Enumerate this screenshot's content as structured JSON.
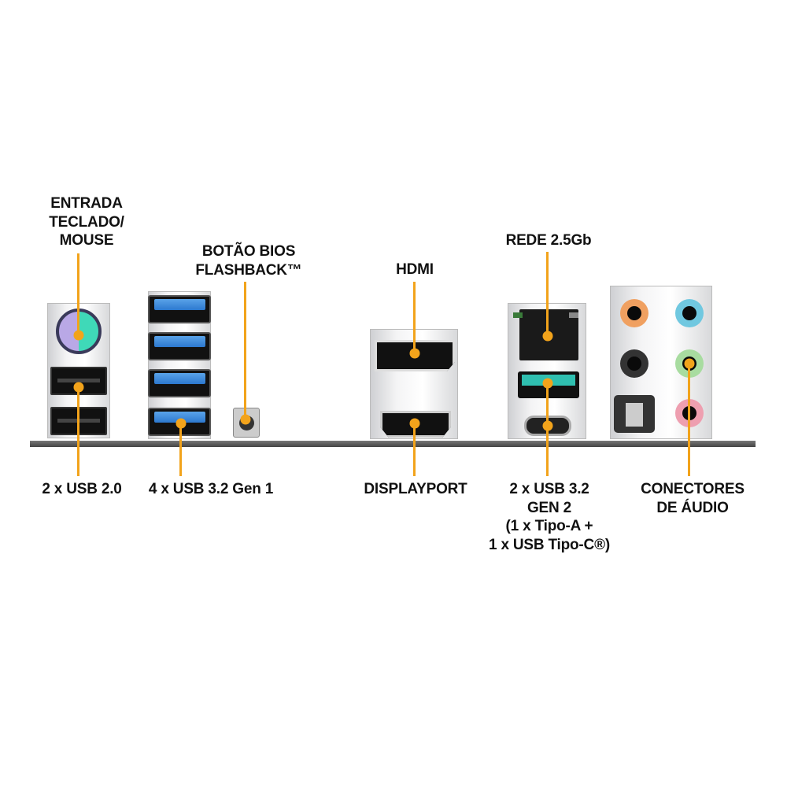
{
  "labels": {
    "ps2": [
      "ENTRADA",
      "TECLADO/",
      "MOUSE"
    ],
    "usb2": "2 x USB 2.0",
    "usb3": "4 x USB 3.2 Gen 1",
    "bios": [
      "BOTÃO BIOS",
      "FLASHBACK™"
    ],
    "hdmi": "HDMI",
    "displayport": "DISPLAYPORT",
    "lan": "REDE 2.5Gb",
    "usb32g2": [
      "2 x USB 3.2",
      "GEN 2",
      "(1 x Tipo-A +",
      "1 x USB Tipo-C®)"
    ],
    "audio": [
      "CONECTORES",
      "DE ÁUDIO"
    ]
  },
  "colors": {
    "callout": "#f2a31b",
    "usb3_blue": "#2c78cf",
    "usb_gen2_teal": "#2fbfb0"
  }
}
